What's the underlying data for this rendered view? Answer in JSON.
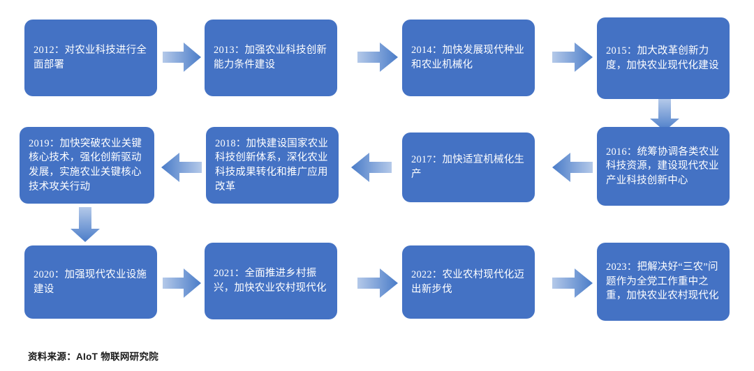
{
  "figure": {
    "type": "flowchart",
    "orientation": "serpentine-3-rows",
    "node_count": 12,
    "colors": {
      "node_fill": "#4472C4",
      "node_text": "#FFFFFF",
      "arrow_light": "#A9C2E8",
      "arrow_dark": "#4472C4",
      "background": "#FFFFFF",
      "source_text": "#1A1A1A"
    }
  },
  "nodes": [
    {
      "id": "n2012",
      "year": "2012",
      "text": "2012：对农业科技进行全面部署"
    },
    {
      "id": "n2013",
      "year": "2013",
      "text": "2013：加强农业科技创新能力条件建设"
    },
    {
      "id": "n2014",
      "year": "2014",
      "text": "2014：加快发展现代种业和农业机械化"
    },
    {
      "id": "n2015",
      "year": "2015",
      "text": "2015：加大改革创新力度，加快农业现代化建设"
    },
    {
      "id": "n2016",
      "year": "2016",
      "text": "2016：统筹协调各类农业科技资源，建设现代农业产业科技创新中心"
    },
    {
      "id": "n2017",
      "year": "2017",
      "text": "2017：加快适宜机械化生产"
    },
    {
      "id": "n2018",
      "year": "2018",
      "text": "2018：加快建设国家农业科技创新体系，深化农业科技成果转化和推广应用改革"
    },
    {
      "id": "n2019",
      "year": "2019",
      "text": "2019：加快突破农业关键核心技术，强化创新驱动发展，实施农业关键核心技术攻关行动"
    },
    {
      "id": "n2020",
      "year": "2020",
      "text": "2020：加强现代农业设施建设"
    },
    {
      "id": "n2021",
      "year": "2021",
      "text": "2021：全面推进乡村振兴，加快农业农村现代化"
    },
    {
      "id": "n2022",
      "year": "2022",
      "text": "2022：农业农村现代化迈出新步伐"
    },
    {
      "id": "n2023",
      "year": "2023",
      "text": "2023：把解决好“三农”问题作为全党工作重中之重，加快农业农村现代化"
    }
  ],
  "connectors": [
    {
      "id": "a-r1",
      "direction": "right",
      "from": "n2012",
      "to": "n2013"
    },
    {
      "id": "a-r2",
      "direction": "right",
      "from": "n2013",
      "to": "n2014"
    },
    {
      "id": "a-r3",
      "direction": "right",
      "from": "n2014",
      "to": "n2015"
    },
    {
      "id": "a-d1",
      "direction": "down",
      "from": "n2015",
      "to": "n2016"
    },
    {
      "id": "a-l1",
      "direction": "left",
      "from": "n2016",
      "to": "n2017"
    },
    {
      "id": "a-l2",
      "direction": "left",
      "from": "n2017",
      "to": "n2018"
    },
    {
      "id": "a-l3",
      "direction": "left",
      "from": "n2018",
      "to": "n2019"
    },
    {
      "id": "a-d2",
      "direction": "down",
      "from": "n2019",
      "to": "n2020"
    },
    {
      "id": "a-r4",
      "direction": "right",
      "from": "n2020",
      "to": "n2021"
    },
    {
      "id": "a-r5",
      "direction": "right",
      "from": "n2021",
      "to": "n2022"
    },
    {
      "id": "a-r6",
      "direction": "right",
      "from": "n2022",
      "to": "n2023"
    }
  ],
  "footer": {
    "source_label": "资料来源：AIoT 物联网研究院"
  }
}
